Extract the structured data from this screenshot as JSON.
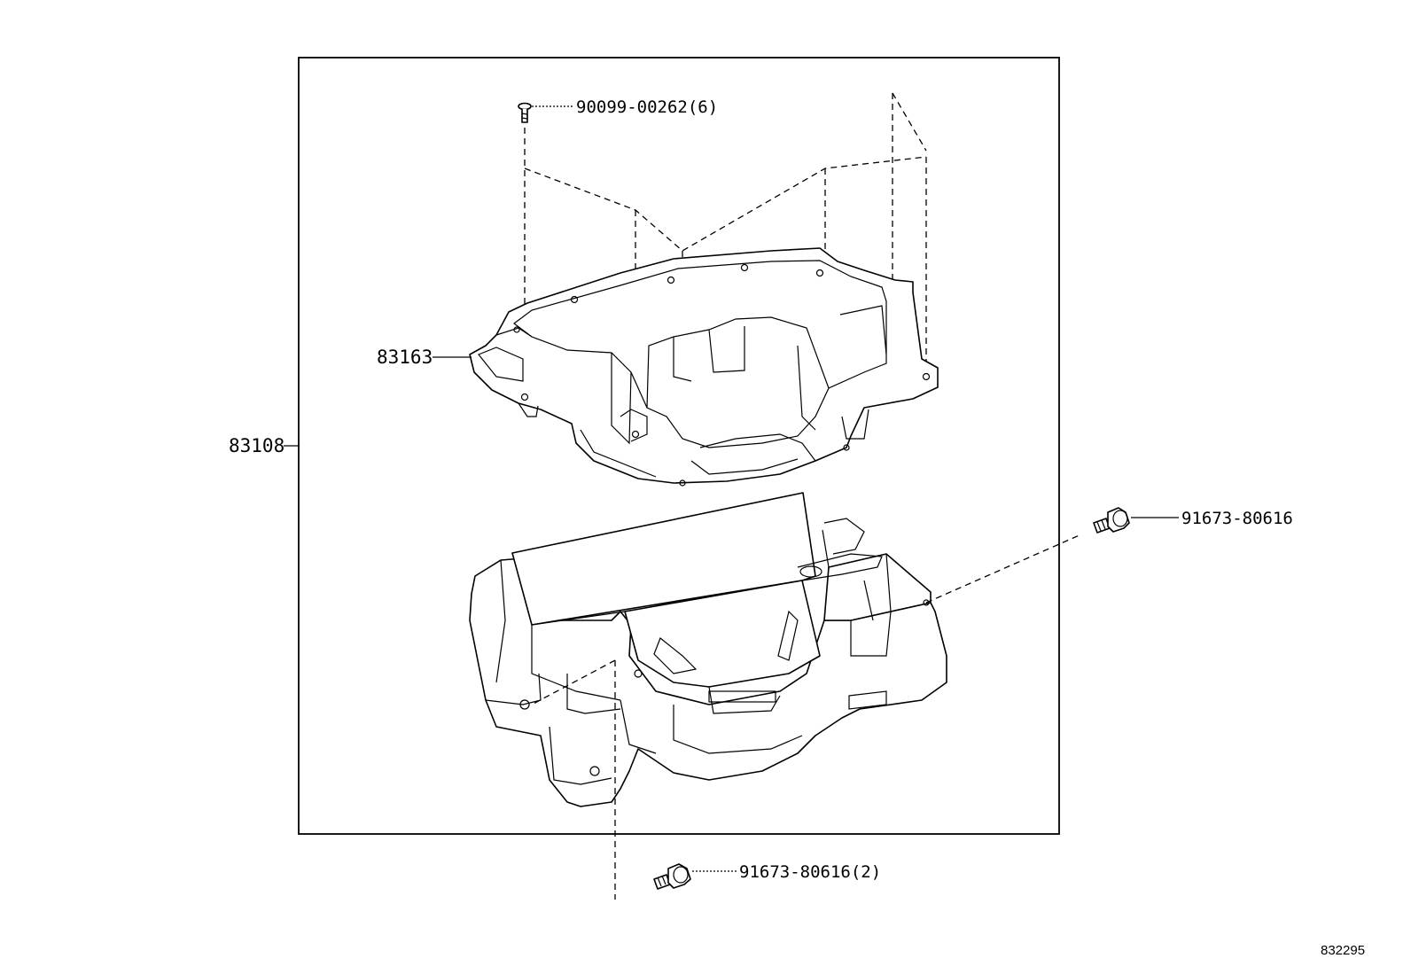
{
  "labels": {
    "screw_top": "90099-00262(6)",
    "upper_case": "83163",
    "assembly": "83108",
    "screw_right": "91673-80616",
    "screw_bottom": "91673-80616(2)",
    "diagram_id": "832295"
  },
  "colors": {
    "line": "#000000",
    "background": "#ffffff"
  },
  "icons": [
    "screw-icon",
    "bolt-icon",
    "upper-case-part",
    "lower-unit-part"
  ]
}
